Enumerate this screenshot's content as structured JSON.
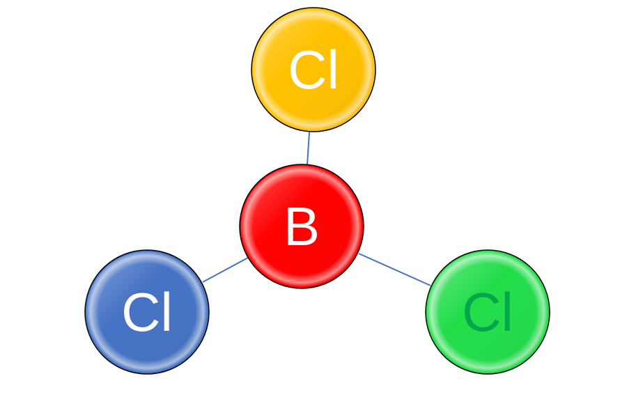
{
  "molecule": {
    "central_atom": {
      "symbol": "B",
      "color": "#FF0000",
      "text_color": "#FFFFFF"
    },
    "outer_atoms": [
      {
        "symbol": "Cl",
        "color": "#FFC000",
        "text_color": "#FFFFFF"
      },
      {
        "symbol": "Cl",
        "color": "#4472C4",
        "text_color": "#FFFFFF"
      },
      {
        "symbol": "Cl",
        "color": "#22DD4A",
        "text_color": "#00A74A"
      }
    ],
    "bond_color": "#4472C4",
    "atom_outline_color": "#000000"
  }
}
